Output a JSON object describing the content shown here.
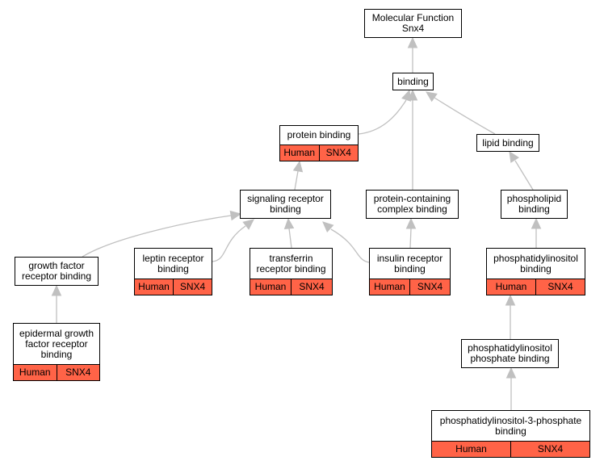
{
  "colors": {
    "edge": "#c0c0c0",
    "annotation_fill": "#ff6347",
    "node_border": "#000000",
    "node_fill": "#ffffff"
  },
  "annotation": {
    "species": "Human",
    "gene": "SNX4"
  },
  "nodes": {
    "mf": {
      "label": "Molecular Function\nSnx4"
    },
    "binding": {
      "label": "binding"
    },
    "protein_binding": {
      "label": "protein binding",
      "annotated": true
    },
    "lipid_binding": {
      "label": "lipid binding"
    },
    "signaling_receptor_binding": {
      "label": "signaling receptor\nbinding"
    },
    "protein_containing_complex_binding": {
      "label": "protein-containing\ncomplex binding"
    },
    "phospholipid_binding": {
      "label": "phospholipid\nbinding"
    },
    "growth_factor_receptor_binding": {
      "label": "growth factor\nreceptor binding"
    },
    "leptin_receptor_binding": {
      "label": "leptin receptor\nbinding",
      "annotated": true
    },
    "transferrin_receptor_binding": {
      "label": "transferrin\nreceptor binding",
      "annotated": true
    },
    "insulin_receptor_binding": {
      "label": "insulin receptor\nbinding",
      "annotated": true
    },
    "phosphatidylinositol_binding": {
      "label": "phosphatidylinositol\nbinding",
      "annotated": true
    },
    "egf_receptor_binding": {
      "label": "epidermal growth\nfactor receptor\nbinding",
      "annotated": true
    },
    "phosphatidylinositol_phosphate_binding": {
      "label": "phosphatidylinositol\nphosphate binding"
    },
    "pi3p_binding": {
      "label": "phosphatidylinositol-3-phosphate\nbinding",
      "annotated": true
    }
  },
  "edges": [
    [
      "binding",
      "mf"
    ],
    [
      "protein_binding",
      "binding"
    ],
    [
      "protein_containing_complex_binding",
      "binding"
    ],
    [
      "lipid_binding",
      "binding"
    ],
    [
      "signaling_receptor_binding",
      "protein_binding"
    ],
    [
      "phospholipid_binding",
      "lipid_binding"
    ],
    [
      "growth_factor_receptor_binding",
      "signaling_receptor_binding"
    ],
    [
      "leptin_receptor_binding",
      "signaling_receptor_binding"
    ],
    [
      "transferrin_receptor_binding",
      "signaling_receptor_binding"
    ],
    [
      "insulin_receptor_binding",
      "signaling_receptor_binding"
    ],
    [
      "insulin_receptor_binding",
      "protein_containing_complex_binding"
    ],
    [
      "phosphatidylinositol_binding",
      "phospholipid_binding"
    ],
    [
      "egf_receptor_binding",
      "growth_factor_receptor_binding"
    ],
    [
      "phosphatidylinositol_phosphate_binding",
      "phosphatidylinositol_binding"
    ],
    [
      "pi3p_binding",
      "phosphatidylinositol_phosphate_binding"
    ]
  ]
}
